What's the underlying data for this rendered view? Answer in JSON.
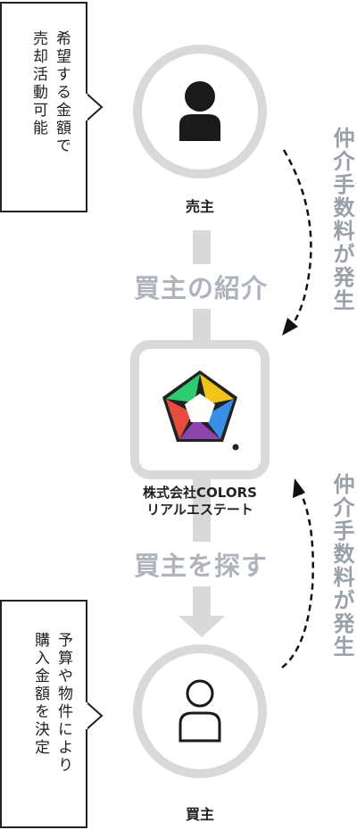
{
  "seller": {
    "name": "売主",
    "icon": "person-filled-icon"
  },
  "buyer": {
    "name": "買主",
    "icon": "person-outline-icon"
  },
  "company": {
    "name_line1": "株式会社COLORS",
    "name_line2": "リアルエステート",
    "logo": "colors-logo"
  },
  "flows": {
    "top_label": "買主の紹介",
    "bottom_label": "買主を探す"
  },
  "callouts": {
    "seller_col1": "希望する金額で",
    "seller_col2": "売却活動可能",
    "buyer_col1": "予算や物件により",
    "buyer_col2": "購入金額を決定"
  },
  "fees": {
    "upper": "仲介手数料が発生",
    "lower": "仲介手数料が発生"
  },
  "colors": {
    "bar": "#d9d9d9",
    "label": "#aeb3bc",
    "fee": "#9aa0aa",
    "text": "#222222"
  }
}
